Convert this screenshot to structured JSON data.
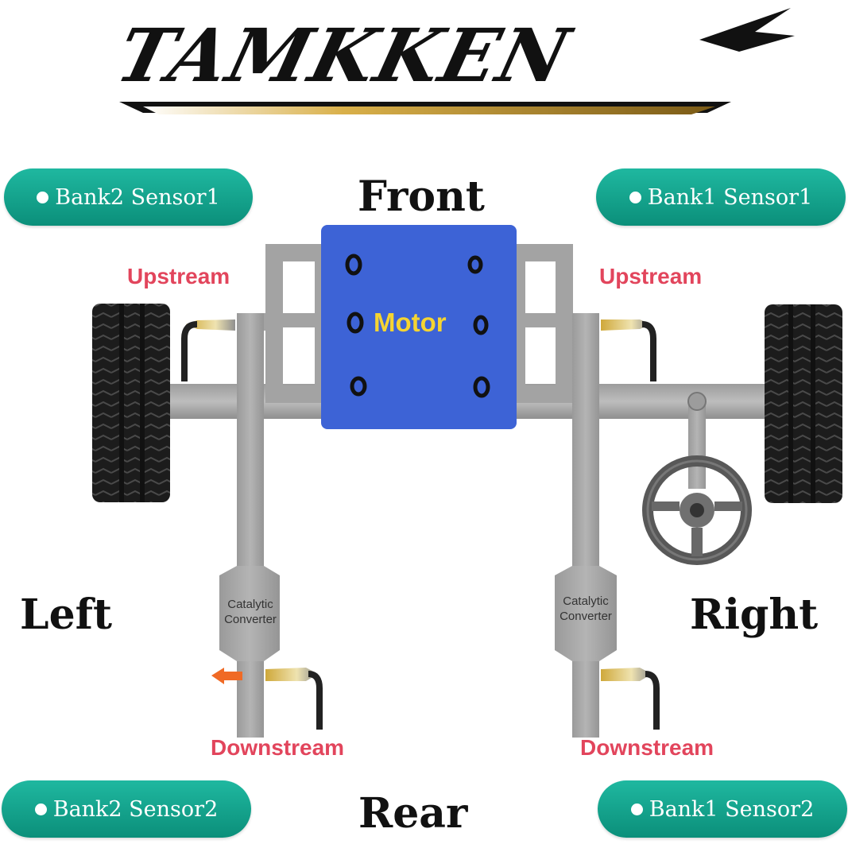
{
  "logo": {
    "text": "TAMKKEN"
  },
  "directions": {
    "front": "Front",
    "rear": "Rear",
    "left": "Left",
    "right": "Right"
  },
  "sensors": {
    "bank2_sensor1": "Bank2 Sensor1",
    "bank1_sensor1": "Bank1 Sensor1",
    "bank2_sensor2": "Bank2 Sensor2",
    "bank1_sensor2": "Bank1 Sensor2"
  },
  "positions": {
    "upstream_left": "Upstream",
    "upstream_right": "Upstream",
    "downstream_left": "Downstream",
    "downstream_right": "Downstream"
  },
  "engine": {
    "label": "Motor"
  },
  "converter": {
    "left": [
      "Catalytic",
      "Converter"
    ],
    "right": [
      "Catalytic",
      "Converter"
    ]
  },
  "colors": {
    "pill": "#12a78f",
    "motor": "#3d63d6",
    "motor_label": "#f5d432",
    "position_label": "#e2455c",
    "pipe": "#a3a3a3",
    "arrow": "#f06a25"
  }
}
